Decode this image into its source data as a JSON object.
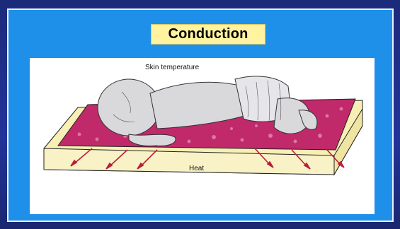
{
  "slide": {
    "title": "Conduction"
  },
  "illustration": {
    "skin_label": "Skin temperature",
    "heat_label": "Heat",
    "colors": {
      "slide_background": "#1e90ea",
      "title_background": "#fff3a0",
      "mattress_top": "#c0296a",
      "mattress_base": "#f7efb4",
      "heat_arrows": "#b81e3c"
    }
  }
}
